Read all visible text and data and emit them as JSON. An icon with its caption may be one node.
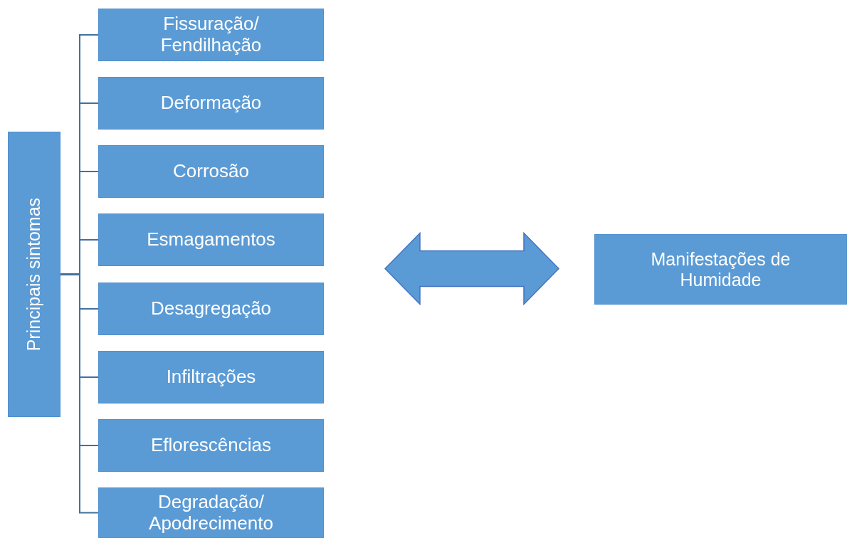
{
  "diagram": {
    "nodes": [
      {
        "text": [
          "Principais sintomas"
        ]
      },
      {
        "text": [
          "Fissuração/ Fendilhação"
        ]
      },
      {
        "text": [
          "Deformação"
        ]
      },
      {
        "text": [
          "Corrosão"
        ]
      },
      {
        "text": [
          "Esmagamentos"
        ]
      },
      {
        "text": [
          "Desagregação"
        ]
      },
      {
        "text": [
          "Infiltrações"
        ]
      },
      {
        "text": [
          "Eflorescências"
        ]
      },
      {
        "text": [
          "Degradação/ Apodrecimento"
        ]
      },
      {
        "text": [
          "Manifestações de Humidade"
        ]
      }
    ],
    "edges": [
      {
        "from": 0,
        "to": 1,
        "arrow": "none"
      },
      {
        "from": 0,
        "to": 2,
        "arrow": "none"
      },
      {
        "from": 0,
        "to": 3,
        "arrow": "none"
      },
      {
        "from": 0,
        "to": 4,
        "arrow": "none"
      },
      {
        "from": 0,
        "to": 5,
        "arrow": "none"
      },
      {
        "from": 0,
        "to": 6,
        "arrow": "none"
      },
      {
        "from": 0,
        "to": 7,
        "arrow": "none"
      },
      {
        "from": 0,
        "to": 8,
        "arrow": "none"
      },
      {
        "from": 4,
        "to": 9,
        "arrow": "both",
        "style": "thick"
      }
    ]
  }
}
